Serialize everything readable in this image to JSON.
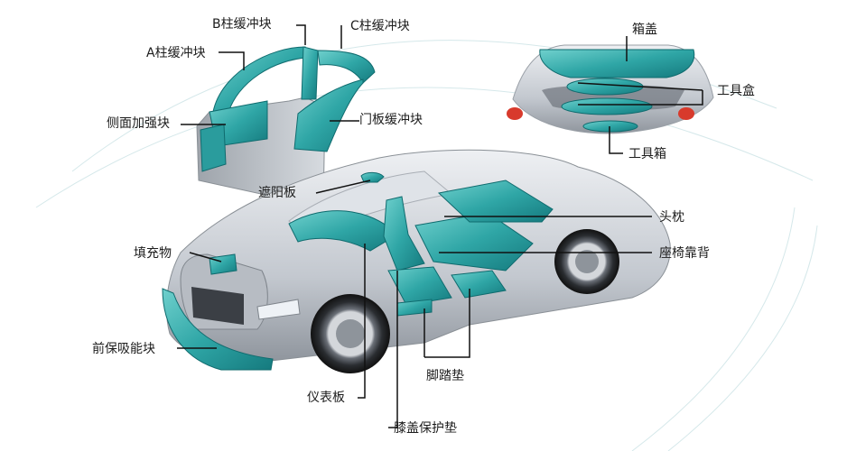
{
  "labels": {
    "a_pillar": "A柱缓冲块",
    "b_pillar": "B柱缓冲块",
    "c_pillar": "C柱缓冲块",
    "side_reinforce": "侧面加强块",
    "door_panel": "门板缓冲块",
    "trunk_lid": "箱盖",
    "tool_tray": "工具盒",
    "tool_box": "工具箱",
    "sun_visor": "遮阳板",
    "headrest": "头枕",
    "filler": "填充物",
    "seat_back": "座椅靠背",
    "front_bumper": "前保吸能块",
    "foot_mat": "脚踏垫",
    "dashboard": "仪表板",
    "knee_pad": "膝盖保护垫"
  },
  "colors": {
    "part_teal": "#2fa6a6",
    "part_teal_dark": "#157a7e",
    "car_body": "#c9cdd3",
    "leader_line": "#111111",
    "tail_light": "#d83a2c"
  }
}
